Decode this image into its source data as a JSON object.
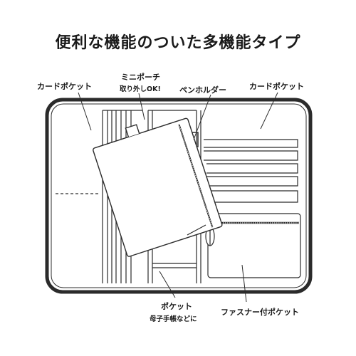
{
  "title": "便利な機能のついた多機能タイプ",
  "labels": {
    "card_pocket_left": "カードポケット",
    "mini_pouch": "ミニポーチ",
    "mini_pouch_note": "取り外しOK!",
    "pen_holder": "ペンホルダー",
    "card_pocket_right": "カードポケット",
    "pocket": "ポケット",
    "pocket_note": "母子手帳などに",
    "zipper_pocket": "ファスナー付ポケット"
  }
}
